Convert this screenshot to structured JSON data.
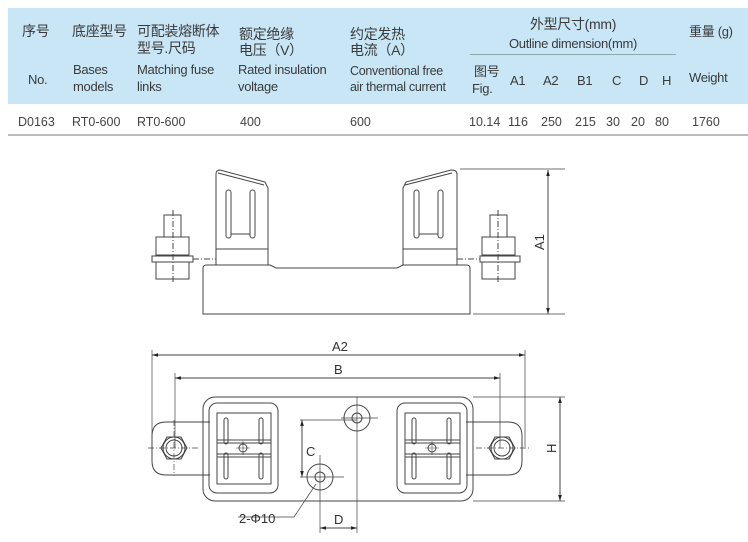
{
  "table": {
    "headers": {
      "no": {
        "cn": "序号",
        "en": "No."
      },
      "base": {
        "cn": "底座型号",
        "en1": "Bases",
        "en2": "models"
      },
      "fuse": {
        "cn1": "可配装熔断体",
        "cn2": "型号.尺码",
        "en1": "Matching fuse",
        "en2": "links"
      },
      "voltage": {
        "cn1": "额定绝缘",
        "cn2": "电压（V）",
        "en1": "Rated insulation",
        "en2": "voltage"
      },
      "current": {
        "cn1": "约定发热",
        "cn2": "电流（A）",
        "en1": "Conventional free",
        "en2": "air thermal current"
      },
      "outline": {
        "cn": "外型尺寸(mm)",
        "en": "Outline dimension(mm)",
        "fig_cn": "图号",
        "fig_en": "Fig.",
        "a1": "A1",
        "a2": "A2",
        "b1": "B1",
        "c": "C",
        "d": "D",
        "h": "H"
      },
      "weight": {
        "cn": "重量 (g)",
        "en": "Weight"
      }
    },
    "row": {
      "no": "D0163",
      "base": "RT0-600",
      "fuse": "RT0-600",
      "voltage": "400",
      "current": "600",
      "fig": "10.14",
      "a1": "116",
      "a2": "250",
      "b1": "215",
      "c": "30",
      "d": "20",
      "h": "80",
      "weight": "1760"
    }
  },
  "drawing": {
    "a1": "A1",
    "a2": "A2",
    "b": "B",
    "c": "C",
    "d": "D",
    "h": "H",
    "holes": "2-Φ10"
  }
}
